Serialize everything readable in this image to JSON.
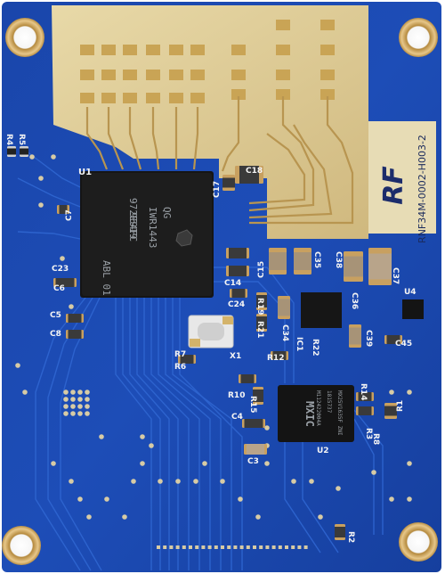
{
  "board": {
    "colors": {
      "solder_mask": "#1844a8",
      "mask_light": "#2a5cc4",
      "copper_gold": "#d8c48a",
      "pad_gold": "#c9a455",
      "silkscreen": "#f4f4f4",
      "chip_black": "#151515"
    }
  },
  "logo": {
    "text": "RF"
  },
  "part_number": "RNF34M-0002-H003-2",
  "main_chip": {
    "designator": "U1",
    "marking_lines": [
      "972E919",
      "964FC",
      "IWR1443",
      "QG",
      "ABL 01"
    ]
  },
  "memory_chip": {
    "designator": "U2",
    "marking_lines": [
      "MX25V1635F ZNI",
      "1815737",
      "M112422004A"
    ],
    "logo_text": "MXIC"
  },
  "regulator": {
    "designator": "U4"
  },
  "crystal": {
    "designator": "X1"
  },
  "labels": {
    "r4": "R4",
    "r5": "R5",
    "c7": "C7",
    "c23": "C23",
    "c6": "C6",
    "c5": "C5",
    "c8": "C8",
    "c18": "C18",
    "c17": "C17",
    "c14": "C14",
    "c24": "C24",
    "c15": "C15",
    "c35": "C35",
    "c38": "C38",
    "c36": "C36",
    "c37": "C37",
    "r19": "R19",
    "r21": "R21",
    "c34": "C34",
    "ic1": "IC1",
    "r22": "R22",
    "c39": "C39",
    "c45": "C45",
    "r12": "R12",
    "r7": "R7",
    "r6": "R6",
    "r10": "R10",
    "r15": "R15",
    "c4": "C4",
    "c3": "C3",
    "r14": "R14",
    "r1": "R1",
    "r3": "R3",
    "r8": "R8",
    "r2": "R2"
  }
}
